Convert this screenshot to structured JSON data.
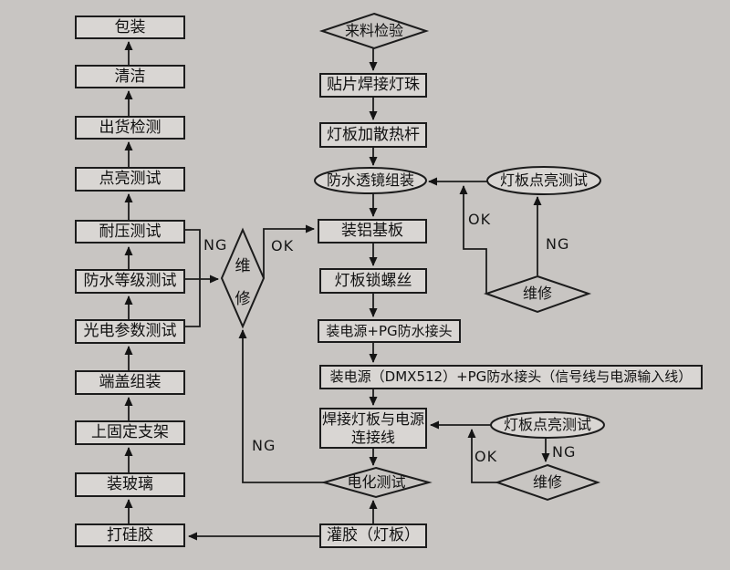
{
  "diagram_type": "flowchart",
  "colors": {
    "background": "#c8c5c2",
    "node_fill": "#d9d6d3",
    "stroke": "#1c1c1c",
    "text": "#111111"
  },
  "left_column": {
    "packing": "包装",
    "cleaning": "清洁",
    "shipping_inspection": "出货检测",
    "lighting_test": "点亮测试",
    "voltage_test": "耐压测试",
    "waterproof_rating_test": "防水等级测试",
    "photoelectric_test": "光电参数测试",
    "endcap_assembly": "端盖组装",
    "mount_bracket": "上固定支架",
    "install_glass": "装玻璃",
    "apply_silicone": "打硅胶"
  },
  "main_column": {
    "incoming_inspection": "来料检验",
    "smt_solder_leds": "贴片焊接灯珠",
    "board_heatsink_rod": "灯板加散热杆",
    "waterproof_lens_assembly": "防水透镜组装",
    "install_aluminum_board": "装铝基板",
    "board_lock_screws": "灯板锁螺丝",
    "install_psu_pg": "装电源+PG防水接头",
    "install_psu_dmx512": "装电源（DMX512）+PG防水接头（信号线与电源输入线）",
    "weld_board_psu_line1": "焊接灯板与电源",
    "weld_board_psu_line2": "连接线",
    "electrification_test": "电化测试",
    "glue_potting": "灌胶（灯板）"
  },
  "middle": {
    "repair": "维修"
  },
  "right_side": {
    "board_lighting_test_top": "灯板点亮测试",
    "repair_top": "维修",
    "board_lighting_test_bottom": "灯板点亮测试",
    "repair_bottom": "维修"
  },
  "edge_labels": {
    "left_ng": "NG",
    "middle_ok": "OK",
    "middle_ng": "NG",
    "top_right_ok": "OK",
    "top_right_ng": "NG",
    "bottom_right_ok": "OK",
    "bottom_right_ng": "NG"
  }
}
